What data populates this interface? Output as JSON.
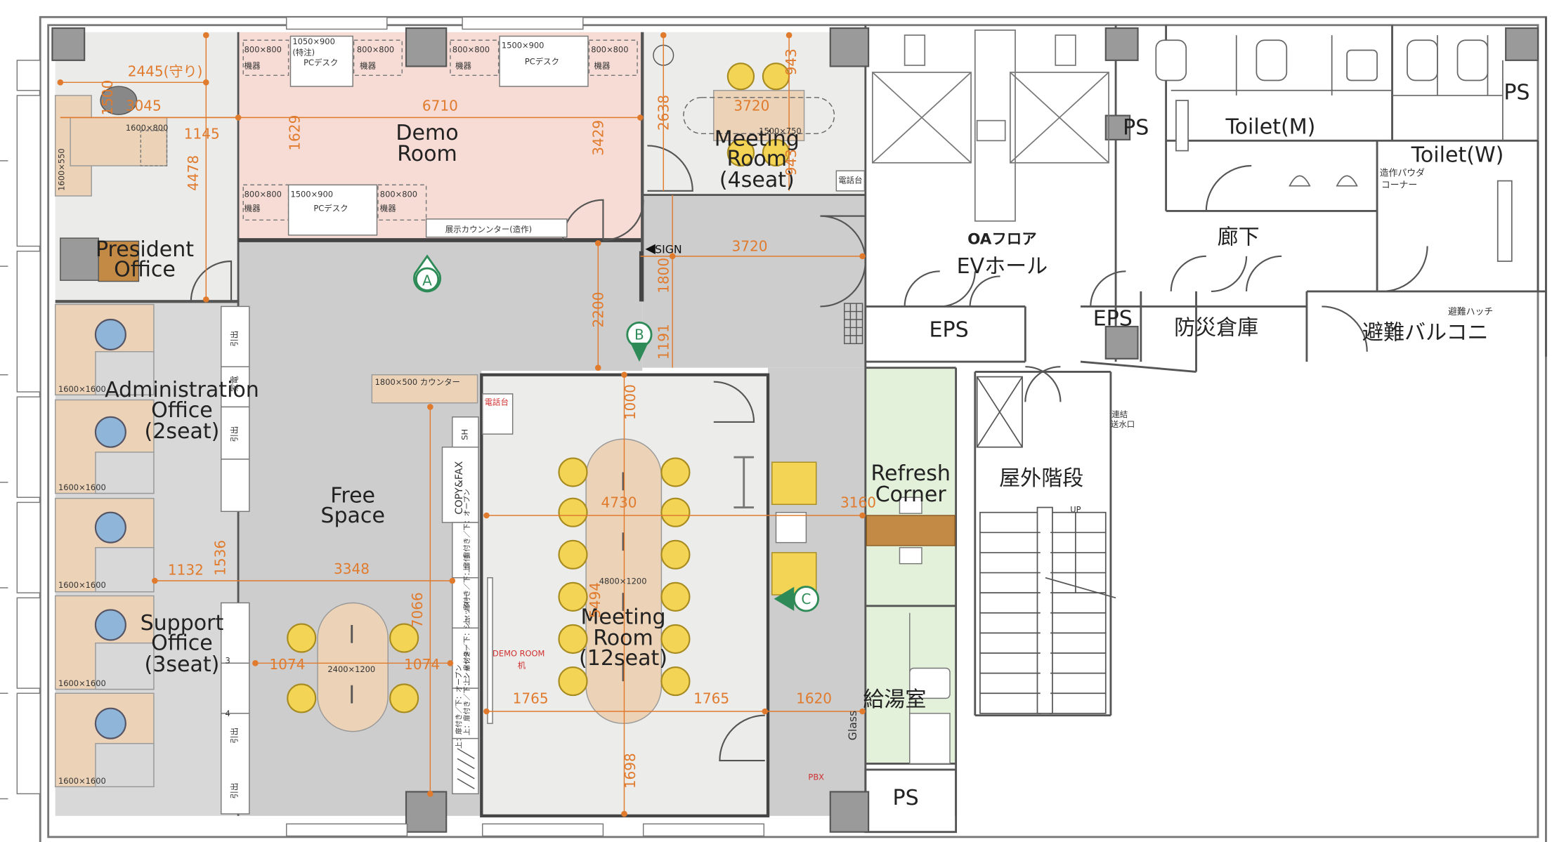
{
  "colors": {
    "dimension": "#e07b2e",
    "demo_room": "#f7dcd5",
    "meeting_room": "#ececea",
    "free_space": "#cdcdcd",
    "office": "#d8d8d8",
    "refresh": "#e3f0da",
    "desk": "#ecd2b6",
    "chair_yellow": "#f3d455",
    "chair_blue": "#8fb6d9",
    "marker": "#2e8b57"
  },
  "rooms": {
    "demo": {
      "line1": "Demo",
      "line2": "Room"
    },
    "meeting_small": {
      "line1": "Meeting",
      "line2": "Room",
      "line3": "(4seat)"
    },
    "president": {
      "line1": "President",
      "line2": "Office"
    },
    "admin": {
      "line1": "Administration",
      "line2": "Office",
      "line3": "(2seat)"
    },
    "support": {
      "line1": "Support",
      "line2": "Office",
      "line3": "(3seat)"
    },
    "free": {
      "line1": "Free",
      "line2": "Space"
    },
    "meeting_large": {
      "line1": "Meeting",
      "line2": "Room",
      "line3": "(12seat)"
    },
    "refresh": {
      "line1": "Refresh",
      "line2": "Corner"
    },
    "oa_floor": "OAフロア",
    "ev_hall": "EVホール",
    "corridor": "廊下",
    "toilet_m": "Toilet(M)",
    "toilet_w": "Toilet(W)",
    "powder": {
      "line1": "造作パウダ",
      "line2": "コーナー"
    },
    "eps1": "EPS",
    "eps2": "EPS",
    "ps1": "PS",
    "ps2": "PS",
    "ps3": "PS",
    "disaster_storage": "防災倉庫",
    "balcony": "避難バルコニ",
    "hatch": "避難ハッチ",
    "stairs": "屋外階段",
    "up": "UP",
    "connection": {
      "line1": "連結",
      "line2": "送水口"
    },
    "kitchenette": "給湯室",
    "pbx": "PBX",
    "glass": "Glass",
    "sign": "SIGN",
    "phone_stand": "電話台",
    "phone_stand2": "電話台"
  },
  "markers": {
    "a": "A",
    "b": "B",
    "c": "C"
  },
  "furniture": {
    "f_800_1": "800×800",
    "f_kiki_1": "機器",
    "f_1050": "1050×900",
    "f_tokuchu": "(特注)",
    "f_pcdesk_1": "PCデスク",
    "f_800_2": "800×800",
    "f_kiki_2": "機器",
    "f_800_3": "800×800",
    "f_kiki_3": "機器",
    "f_1500_1": "1500×900",
    "f_pcdesk_2": "PCデスク",
    "f_800_4": "800×800",
    "f_kiki_4": "機器",
    "f_800_5": "800×800",
    "f_kiki_5": "機器",
    "f_1500_2": "1500×900",
    "f_pcdesk_3": "PCデスク",
    "f_800_6": "800×800",
    "f_kiki_6": "機器",
    "f_counter_exhibit": "展示カウンンター(造作)",
    "f_pres_desk": "1600×800",
    "f_pres_side": "1600×550",
    "f_meet4_table": "1500×750",
    "f_counter": "1800×500 カウンター",
    "f_desk_1": "1600×1600",
    "f_desk_2": "1600×1600",
    "f_desk_3": "1600×1600",
    "f_desk_4": "1600×1600",
    "f_desk_5": "1600×1600",
    "f_free_table": "2400×1200",
    "f_meet12_table": "4800×1200",
    "f_demo_room_desk1": "DEMO ROOM",
    "f_demo_room_desk2": "机",
    "f_copy": "COPY&FAX",
    "f_sh": "SH",
    "f_hikidashi_1": "引出",
    "f_hikidashi_2": "引出",
    "f_hikidashi_3": "引出",
    "f_hikidashi_4": "引出",
    "f_kaden": "家電",
    "f_num_3": "3",
    "f_num_4": "4",
    "f_cab_1": "上：扉付き／下：オープン",
    "f_cab_2": "上：扉付き／下：扉付",
    "f_cab_3": "上：扉付き／下：シャッター",
    "f_cab_4": "上：扉付き／下：シャッター",
    "f_cab_5": "上：扉付き／下：オープン"
  },
  "dimensions": {
    "d_2445": "2445(守り)",
    "d_3045": "3045",
    "d_1500v": "1500",
    "d_1145": "1145",
    "d_4478": "4478",
    "d_6710": "6710",
    "d_1629": "1629",
    "d_3429": "3429",
    "d_2638": "2638",
    "d_3720a": "3720",
    "d_943a": "943",
    "d_943b": "943",
    "d_3720b": "3720",
    "d_1800": "1800",
    "d_2200": "2200",
    "d_1191": "1191",
    "d_1000": "1000",
    "d_4730": "4730",
    "d_3160": "3160",
    "d_3348": "3348",
    "d_1132": "1132",
    "d_1536": "1536",
    "d_7066": "7066",
    "d_1074a": "1074",
    "d_1074b": "1074",
    "d_5494": "5494",
    "d_1765a": "1765",
    "d_1765b": "1765",
    "d_1620": "1620",
    "d_1698": "1698"
  }
}
